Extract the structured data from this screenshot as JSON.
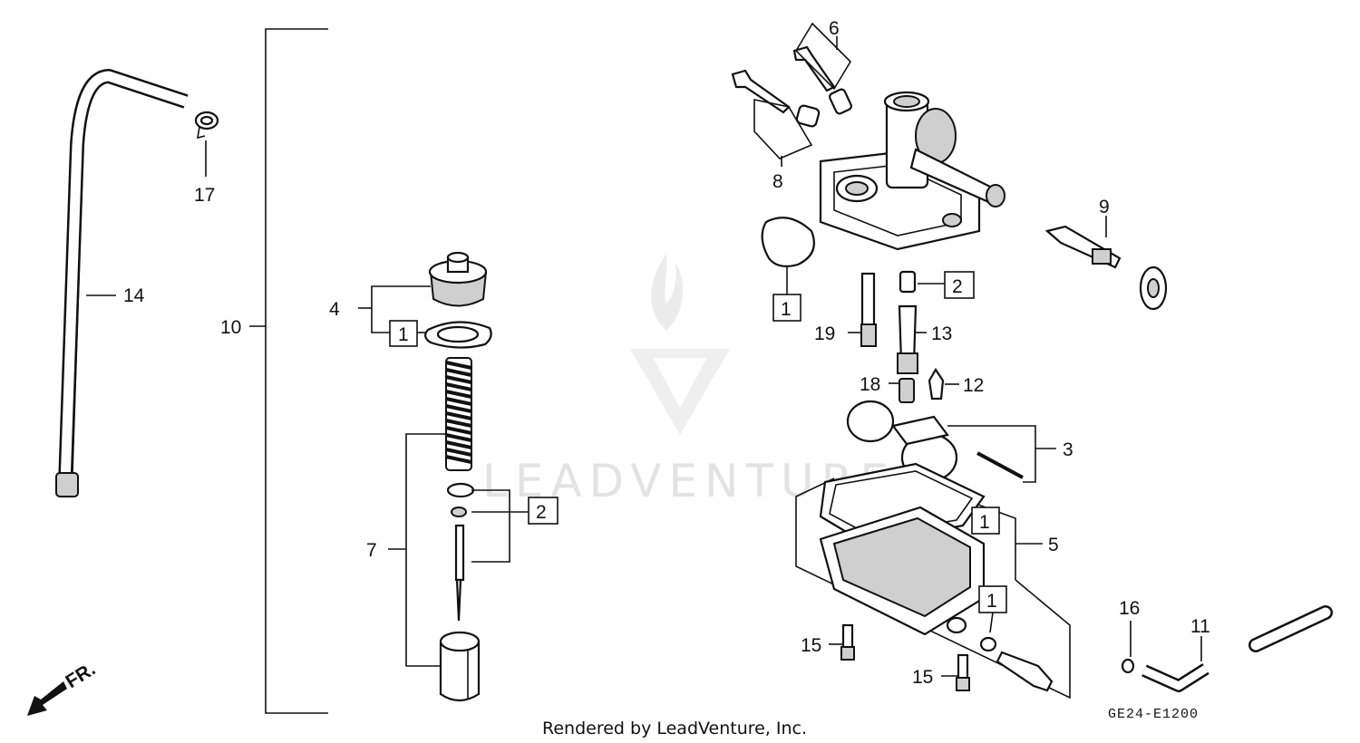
{
  "watermark": "LEADVENTURE",
  "credit": "Rendered by LeadVenture, Inc.",
  "diagram_code": "GE24-E1200",
  "direction_label": "FR.",
  "callouts": {
    "c3": "3",
    "c4": "4",
    "c5": "5",
    "c6": "6",
    "c7": "7",
    "c8": "8",
    "c9": "9",
    "c10": "10",
    "c11": "11",
    "c12": "12",
    "c13": "13",
    "c14": "14",
    "c15a": "15",
    "c15b": "15",
    "c16": "16",
    "c17": "17",
    "c18": "18",
    "c19": "19"
  },
  "kit_boxes": {
    "k1_top_right": "1",
    "k2_top_right": "2",
    "k1_left": "1",
    "k2_left": "2",
    "k1_bowl_upper": "1",
    "k1_bowl_lower": "1"
  },
  "icons": [
    "front-arrow-icon",
    "leadventure-logo-icon"
  ]
}
